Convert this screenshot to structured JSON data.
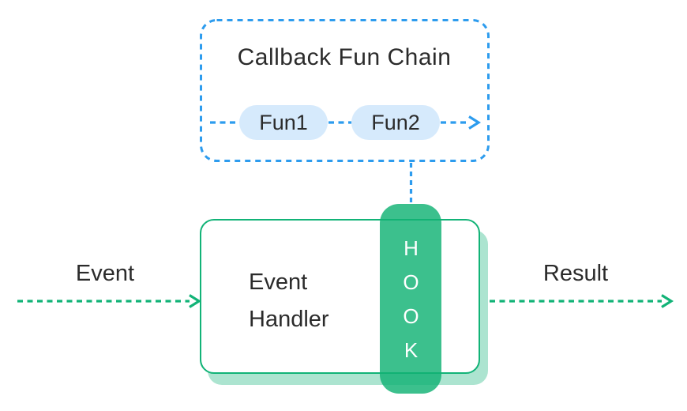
{
  "diagram": {
    "callback_box": {
      "title": "Callback Fun Chain",
      "functions": [
        {
          "label": "Fun1"
        },
        {
          "label": "Fun2"
        }
      ]
    },
    "handler": {
      "label": "Event Handler"
    },
    "hook": {
      "label": "HOOK"
    },
    "input_label": "Event",
    "output_label": "Result",
    "colors": {
      "blue": "#2d9cee",
      "blue_pill_fill": "#d6eafc",
      "green": "#12b377",
      "hook_fill": "rgba(17,178,116,0.82)",
      "handler_shadow": "rgba(18,179,119,0.35)",
      "text": "#2b2b2b",
      "background": "#ffffff"
    }
  }
}
